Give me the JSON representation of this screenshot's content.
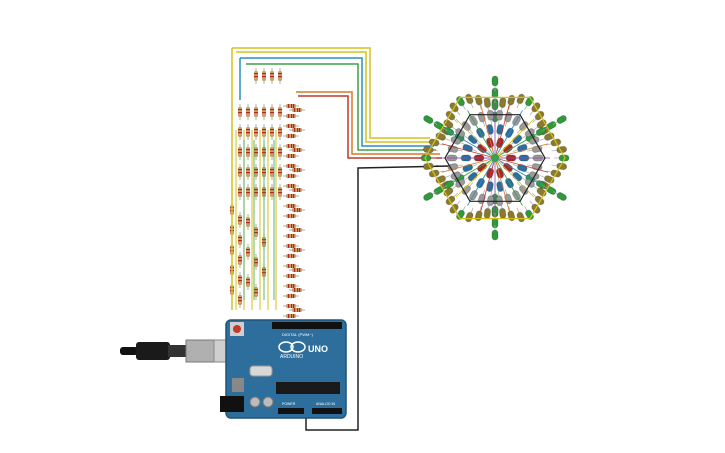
{
  "board": {
    "logo_text": "ARDUINO",
    "model_text": "UNO",
    "digital_header_text": "DIGITAL (PWM~)",
    "power_header_text": "POWER",
    "analog_header_text": "ANALOG IN"
  },
  "colors": {
    "board": "#2e6e9c",
    "board_edge": "#1f5479",
    "wire_yellow": "#d4c21a",
    "wire_blue": "#2a8fc0",
    "wire_green": "#3aa04a",
    "wire_orange": "#d9782a",
    "wire_red": "#c0392b",
    "wire_black": "#222222",
    "led_green": "#2f9a3c",
    "led_olive": "#8a7a2e",
    "led_gray": "#9a9a9a",
    "led_blue": "#2b6fa0",
    "led_red": "#a82828",
    "resistor_body": "#c8a26b"
  }
}
